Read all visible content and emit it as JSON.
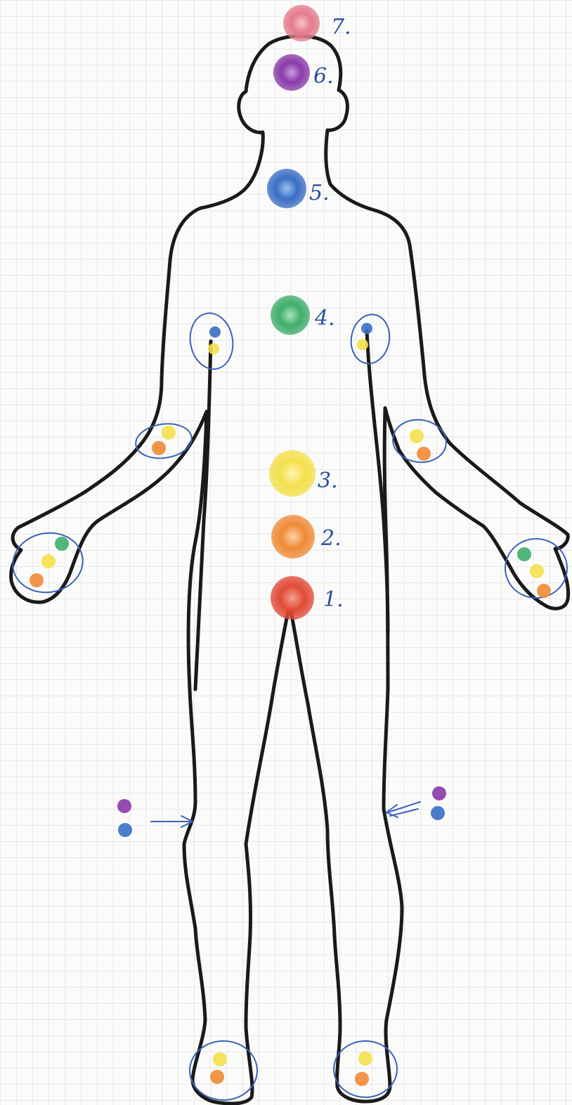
{
  "colors": {
    "grid": "#cfd6df",
    "outline": "#1a1a1a",
    "ink_blue": "#2c4fa0",
    "red": "#e04a35",
    "orange": "#ef8a35",
    "yellow": "#f4e04a",
    "green": "#3fae6a",
    "blue": "#3a6ec4",
    "purple": "#8a3aa8",
    "pink": "#e47b8e"
  },
  "chakras": [
    {
      "label": "1.",
      "color": "red"
    },
    {
      "label": "2.",
      "color": "orange"
    },
    {
      "label": "3.",
      "color": "yellow"
    },
    {
      "label": "4.",
      "color": "green"
    },
    {
      "label": "5.",
      "color": "blue"
    },
    {
      "label": "6.",
      "color": "purple"
    },
    {
      "label": "7.",
      "color": "pink"
    }
  ],
  "minor_points": {
    "armpits": [
      "blue",
      "yellow"
    ],
    "elbows": [
      "yellow",
      "orange"
    ],
    "hands": [
      "green",
      "yellow",
      "orange"
    ],
    "knees": [
      "purple",
      "blue"
    ],
    "feet": [
      "yellow",
      "orange"
    ]
  }
}
